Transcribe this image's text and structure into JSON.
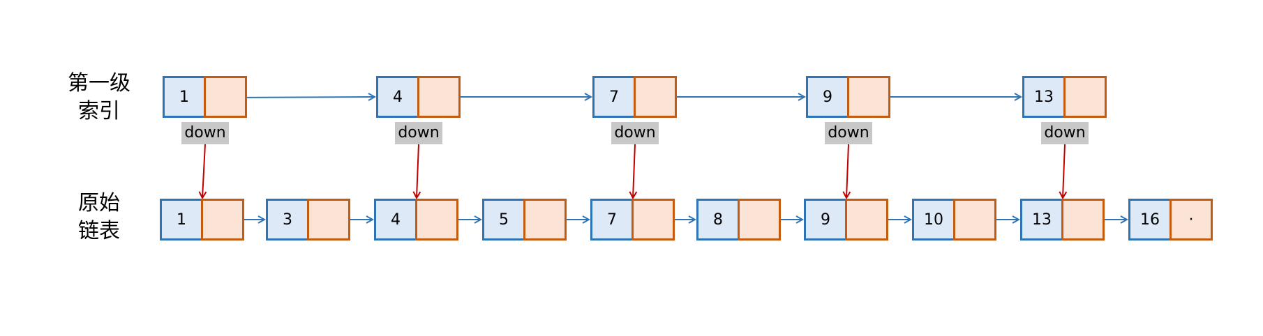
{
  "row_labels": {
    "level1": [
      "第一级",
      "索引"
    ],
    "original": [
      "原始",
      "链表"
    ]
  },
  "index_nodes": [
    "1",
    "4",
    "7",
    "9",
    "13"
  ],
  "down_label": "down",
  "list_nodes": [
    "1",
    "3",
    "4",
    "5",
    "7",
    "8",
    "9",
    "10",
    "13",
    "16"
  ],
  "null_marker": "·",
  "colors": {
    "value_fill": "#dde9f6",
    "value_border": "#2e74b5",
    "pointer_fill": "#fbe3d5",
    "pointer_border": "#c55a11",
    "next_arrow": "#2e74b5",
    "down_arrow": "#c00000",
    "down_label_bg": "#c8c8c8"
  }
}
